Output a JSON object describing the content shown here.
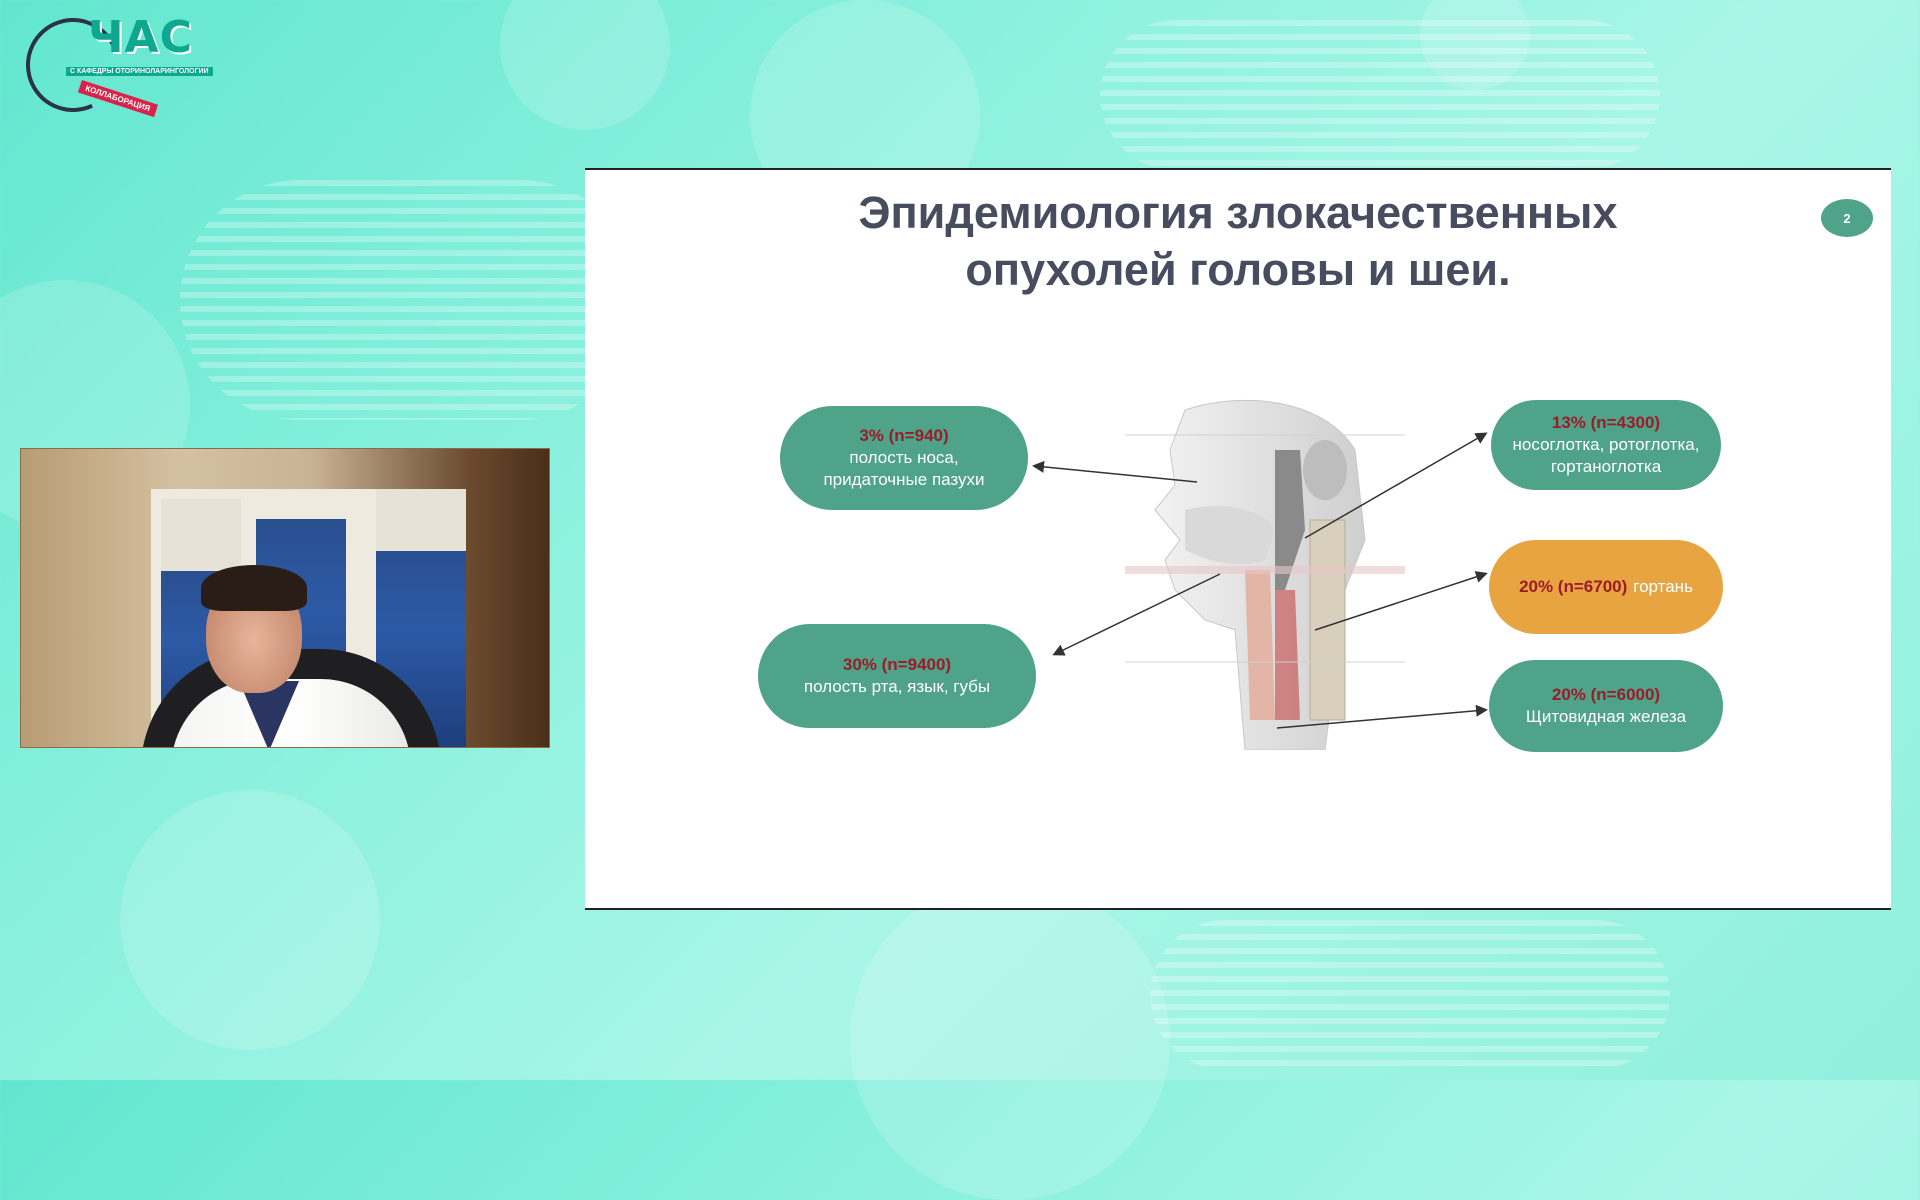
{
  "logo": {
    "title": "ЧАС",
    "subtitle": "С КАФЕДРЫ ОТОРИНОЛАРИНГОЛОГИИ",
    "tag": "КОЛЛАБОРАЦИЯ"
  },
  "slide": {
    "title_line1": "Эпидемиология злокачественных",
    "title_line2": "опухолей головы и шеи.",
    "page_number": "2",
    "labels": {
      "nose": {
        "pct": "3% (n=940)",
        "line1": "полость носа,",
        "line2": "придаточные пазухи"
      },
      "pharynx": {
        "pct": "13% (n=4300)",
        "line1": "носоглотка, ротоглотка,",
        "line2": "гортаноглотка"
      },
      "larynx": {
        "pct": "20% (n=6700)",
        "text": "гортань"
      },
      "mouth": {
        "pct": "30% (n=9400)",
        "line1": "полость рта, язык, губы"
      },
      "thyroid": {
        "pct": "20% (n=6000)",
        "line1": "Щитовидная железа"
      }
    }
  },
  "colors": {
    "pill_green": "#4fa388",
    "pill_orange": "#e8a441",
    "percent_red": "#9b1c2a",
    "title_gray": "#474d5e"
  }
}
